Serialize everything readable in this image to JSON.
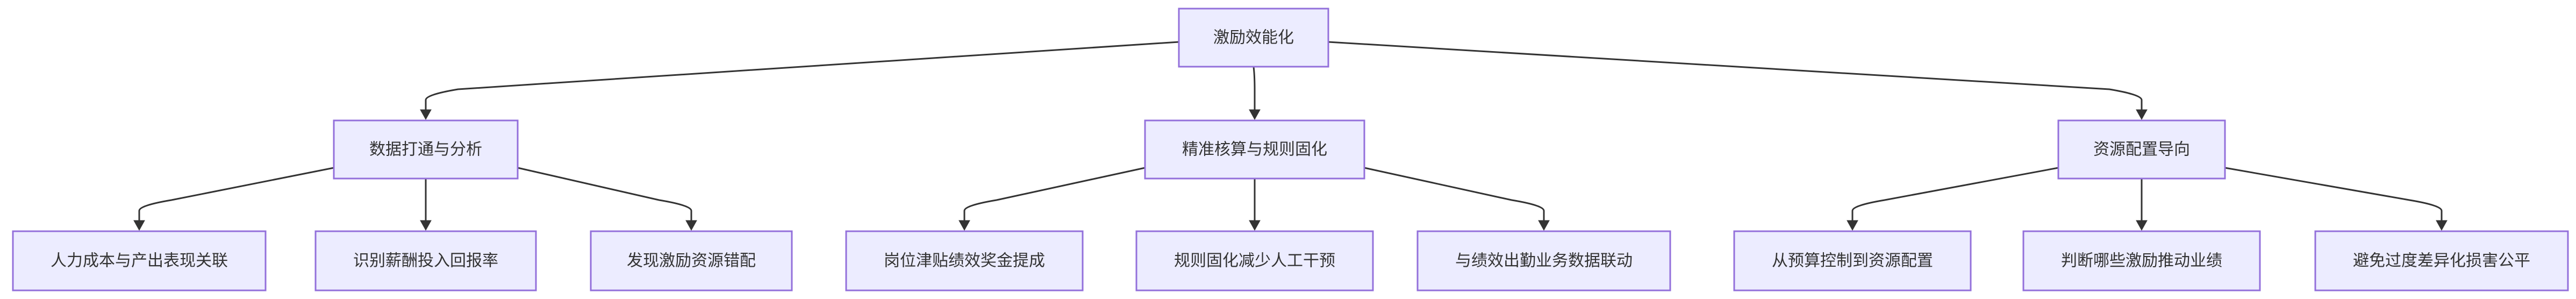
{
  "diagram": {
    "type": "tree",
    "colors": {
      "node_fill": "#ECECFF",
      "node_border": "#9370DB",
      "edge": "#333333",
      "text": "#333333"
    },
    "root": {
      "id": "root",
      "label": "激励效能化"
    },
    "branches": [
      {
        "id": "b1",
        "label": "数据打通与分析",
        "leaves": [
          {
            "id": "b1l1",
            "label": "人力成本与产出表现关联"
          },
          {
            "id": "b1l2",
            "label": "识别薪酬投入回报率"
          },
          {
            "id": "b1l3",
            "label": "发现激励资源错配"
          }
        ]
      },
      {
        "id": "b2",
        "label": "精准核算与规则固化",
        "leaves": [
          {
            "id": "b2l1",
            "label": "岗位津贴绩效奖金提成"
          },
          {
            "id": "b2l2",
            "label": "规则固化减少人工干预"
          },
          {
            "id": "b2l3",
            "label": "与绩效出勤业务数据联动"
          }
        ]
      },
      {
        "id": "b3",
        "label": "资源配置导向",
        "leaves": [
          {
            "id": "b3l1",
            "label": "从预算控制到资源配置"
          },
          {
            "id": "b3l2",
            "label": "判断哪些激励推动业绩"
          },
          {
            "id": "b3l3",
            "label": "避免过度差异化损害公平"
          }
        ]
      }
    ]
  }
}
